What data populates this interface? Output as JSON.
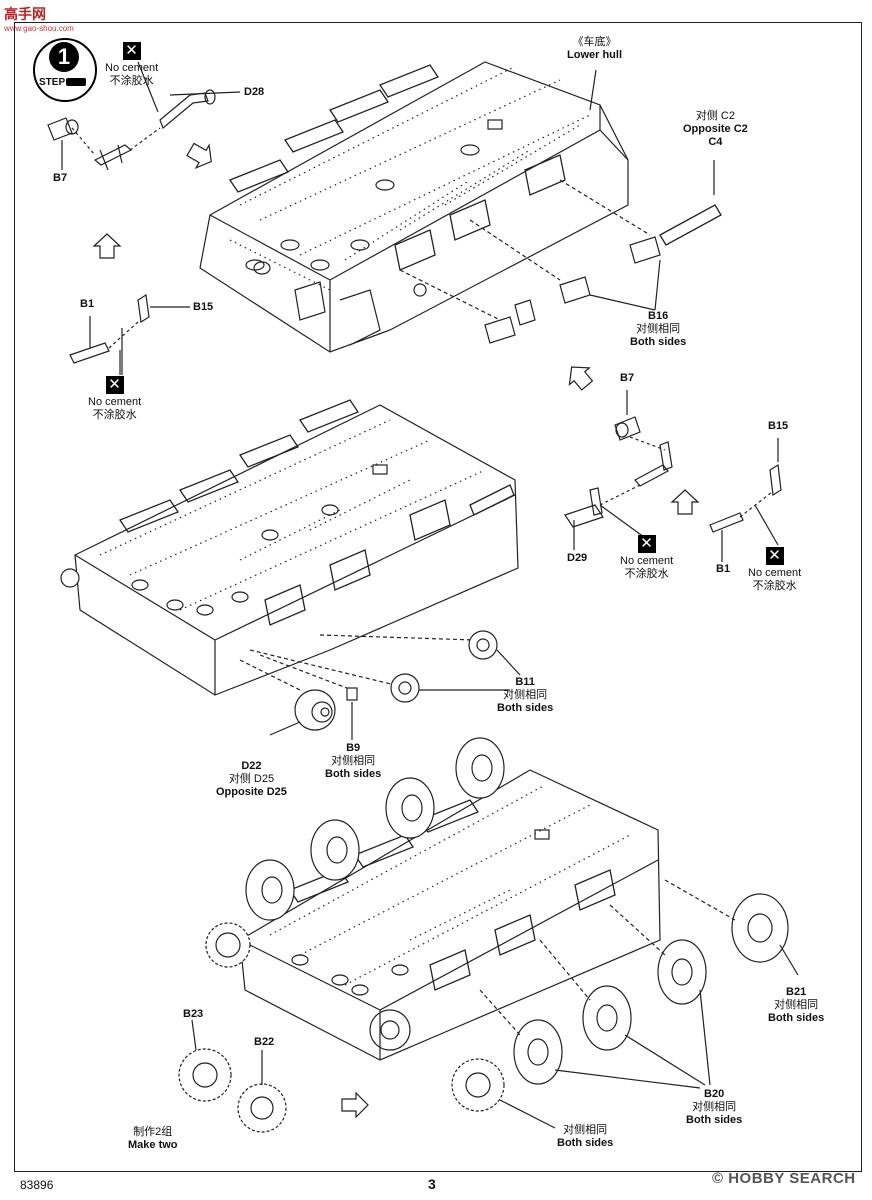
{
  "watermark": {
    "title": "高手网",
    "url": "www.gao-shou.com"
  },
  "step": {
    "number": "1",
    "label": "STEP"
  },
  "parts": {
    "d28": "D28",
    "b7_top": "B7",
    "b1_top": "B1",
    "b15_top": "B15",
    "lower_hull_zh": "《车底》",
    "lower_hull_en": "Lower hull",
    "opp_zh": "对侧 C2",
    "opp_en": "Opposite C2",
    "c4": "C4",
    "b16": "B16",
    "both_zh": "对侧相同",
    "both_en": "Both sides",
    "b7_mid": "B7",
    "b15_mid": "B15",
    "d29": "D29",
    "b1_mid": "B1",
    "b11": "B11",
    "d22": "D22",
    "d25_zh": "对侧 D25",
    "d25_en": "Opposite D25",
    "b9": "B9",
    "b21": "B21",
    "b23": "B23",
    "b22": "B22",
    "b20": "B20",
    "make_two_zh": "制作2组",
    "make_two_en": "Make two"
  },
  "no_cement": {
    "en": "No cement",
    "zh": "不涂胶水",
    "mark": "✕"
  },
  "footer": {
    "code": "83896",
    "page": "3",
    "logo": "© HOBBY SEARCH"
  }
}
